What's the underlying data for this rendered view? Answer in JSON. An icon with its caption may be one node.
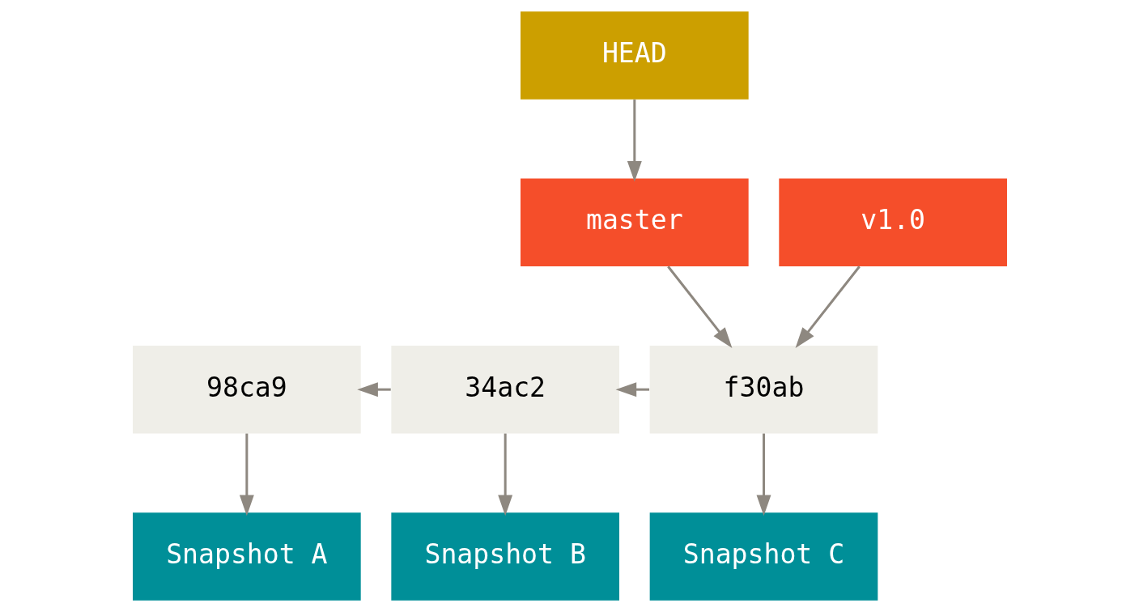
{
  "diagram": {
    "nodes": [
      {
        "text": [
          "HEAD"
        ]
      },
      {
        "text": [
          "v1.0"
        ]
      },
      {
        "text": [
          "master"
        ]
      },
      {
        "text": [
          "98ca9"
        ]
      },
      {
        "text": [
          "34ac2"
        ]
      },
      {
        "text": [
          "f30ab"
        ]
      },
      {
        "text": [
          "Snapshot A"
        ]
      },
      {
        "text": [
          "Snapshot B"
        ]
      },
      {
        "text": [
          "Snapshot C"
        ]
      }
    ],
    "edges": [
      {
        "from": 0,
        "to": 2,
        "arrow": "to"
      },
      {
        "from": 1,
        "to": 5,
        "arrow": "to"
      },
      {
        "from": 2,
        "to": 5,
        "arrow": "to"
      },
      {
        "from": 4,
        "to": 3,
        "arrow": "to"
      },
      {
        "from": 5,
        "to": 4,
        "arrow": "to"
      },
      {
        "from": 3,
        "to": 6,
        "arrow": "to"
      },
      {
        "from": 4,
        "to": 7,
        "arrow": "to"
      },
      {
        "from": 5,
        "to": 8,
        "arrow": "to"
      }
    ]
  }
}
